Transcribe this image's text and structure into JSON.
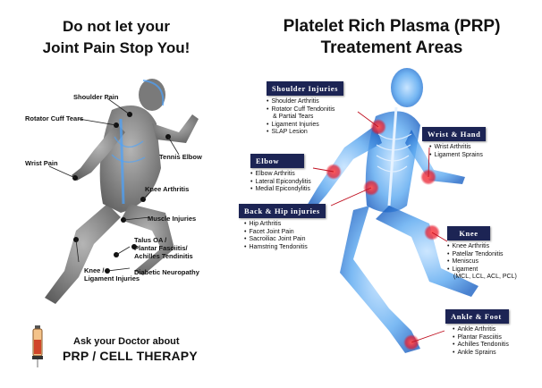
{
  "left": {
    "title_line1": "Do not let your",
    "title_line2": "Joint Pain Stop You!",
    "labels": {
      "shoulder_pain": "Shoulder Pain",
      "rotator_cuff": "Rotator Cuff Tears",
      "wrist_pain": "Wrist Pain",
      "tennis_elbow": "Tennis Elbow",
      "knee_arthritis": "Knee Arthritis",
      "muscle_injuries": "Muscle Injuries",
      "talus_1": "Talus OA /",
      "talus_2": "Plantar Fasciitis/",
      "talus_3": "Achilles Tendinitis",
      "knee_lig_1": "Knee /",
      "knee_lig_2": "Ligament Injuries",
      "diabetic": "Diabetic Neuropathy"
    },
    "ask_line": "Ask your Doctor about",
    "therapy_line": "PRP / CELL THERAPY"
  },
  "right": {
    "title_line1": "Platelet Rich Plasma (PRP)",
    "title_line2": "Treatement Areas",
    "boxes": {
      "shoulder": {
        "title": "Shoulder Injuries",
        "items": [
          "Shoulder Arthritis",
          "Rotator Cuff Tendonitis",
          "& Partial Tears",
          "Ligament Injuries",
          "SLAP Lesion"
        ]
      },
      "elbow": {
        "title": "Elbow",
        "items": [
          "Elbow Arthritis",
          "Lateral Epicondylitis",
          "Medial Epicondylitis"
        ]
      },
      "back_hip": {
        "title": "Back & Hip injuries",
        "items": [
          "Hip Arthritis",
          "Facet Joint Pain",
          "Sacroiliac Joint Pain",
          "Hamstring Tendonitis"
        ]
      },
      "wrist": {
        "title": "Wrist & Hand",
        "items": [
          "Wrist Arthritis",
          "Ligament Sprains"
        ]
      },
      "knee": {
        "title": "Knee",
        "items": [
          "Knee Arthritis",
          "Patellar Tendonitis",
          "Meniscus",
          "Ligament",
          "(MCL, LCL, ACL, PCL)"
        ]
      },
      "ankle": {
        "title": "Ankle & Foot",
        "items": [
          "Ankle Arthritis",
          "Plantar Fasciitis",
          "Achilles Tendonitis",
          "Ankle Sprains"
        ]
      }
    }
  },
  "colors": {
    "box_header": "#1c2454",
    "highlight": "#e8182a",
    "skeleton_blue": "#2f7fd8",
    "left_figure": "#8b8b8b"
  }
}
